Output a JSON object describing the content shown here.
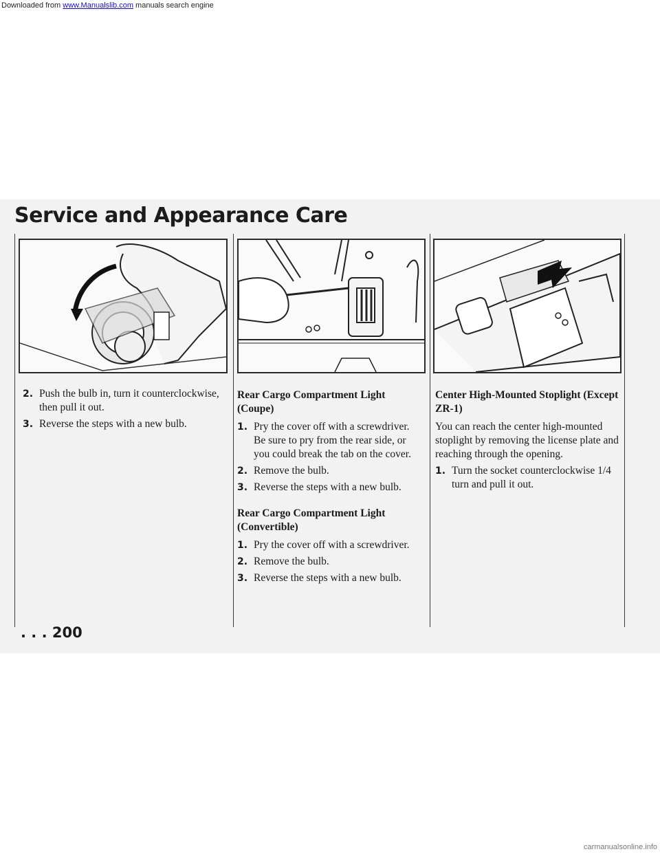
{
  "watermark": {
    "prefix": "Downloaded from ",
    "link": "www.Manualslib.com",
    "suffix": " manuals search engine",
    "bottom_right": "carmanualsonline.info"
  },
  "page": {
    "title": "Service and Appearance Care",
    "page_number": ". . . 200"
  },
  "col1": {
    "steps": [
      {
        "num": "2.",
        "text": "Push the bulb in, turn it counterclockwise, then pull it out."
      },
      {
        "num": "3.",
        "text": "Reverse the steps with a new bulb."
      }
    ]
  },
  "col2": {
    "section1": {
      "heading": "Rear Cargo Compartment Light (Coupe)",
      "steps": [
        {
          "num": "1.",
          "text": "Pry the cover off with a screwdriver. Be sure to pry from the rear side, or you could break the tab on the cover."
        },
        {
          "num": "2.",
          "text": "Remove the bulb."
        },
        {
          "num": "3.",
          "text": "Reverse the steps with a new bulb."
        }
      ]
    },
    "section2": {
      "heading": "Rear Cargo Compartment Light (Convertible)",
      "steps": [
        {
          "num": "1.",
          "text": "Pry the cover off with a screwdriver."
        },
        {
          "num": "2.",
          "text": "Remove the bulb."
        },
        {
          "num": "3.",
          "text": "Reverse the steps with a new bulb."
        }
      ]
    }
  },
  "col3": {
    "heading": "Center High-Mounted Stoplight (Except ZR-1)",
    "intro": "You can reach the center high-mounted stoplight by removing the license plate and reaching through the opening.",
    "steps": [
      {
        "num": "1.",
        "text": "Turn the socket counterclockwise 1/4 turn and pull it out."
      }
    ]
  }
}
